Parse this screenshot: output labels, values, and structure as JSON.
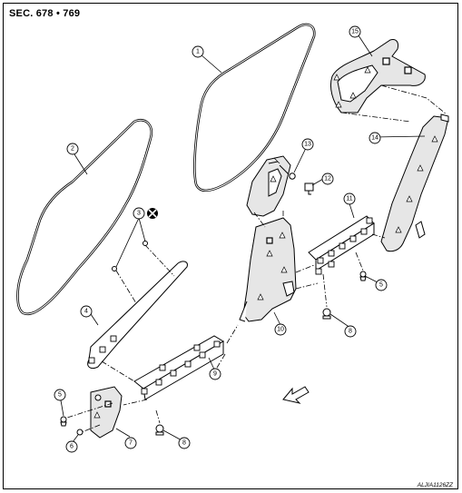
{
  "header": {
    "section_label": "SEC. 678 • 769"
  },
  "footer": {
    "drawing_code": "ALJIA1126ZZ"
  },
  "callouts": [
    "1",
    "2",
    "3",
    "4",
    "5",
    "5",
    "6",
    "7",
    "8",
    "8",
    "9",
    "10",
    "11",
    "12",
    "13",
    "14",
    "15"
  ]
}
